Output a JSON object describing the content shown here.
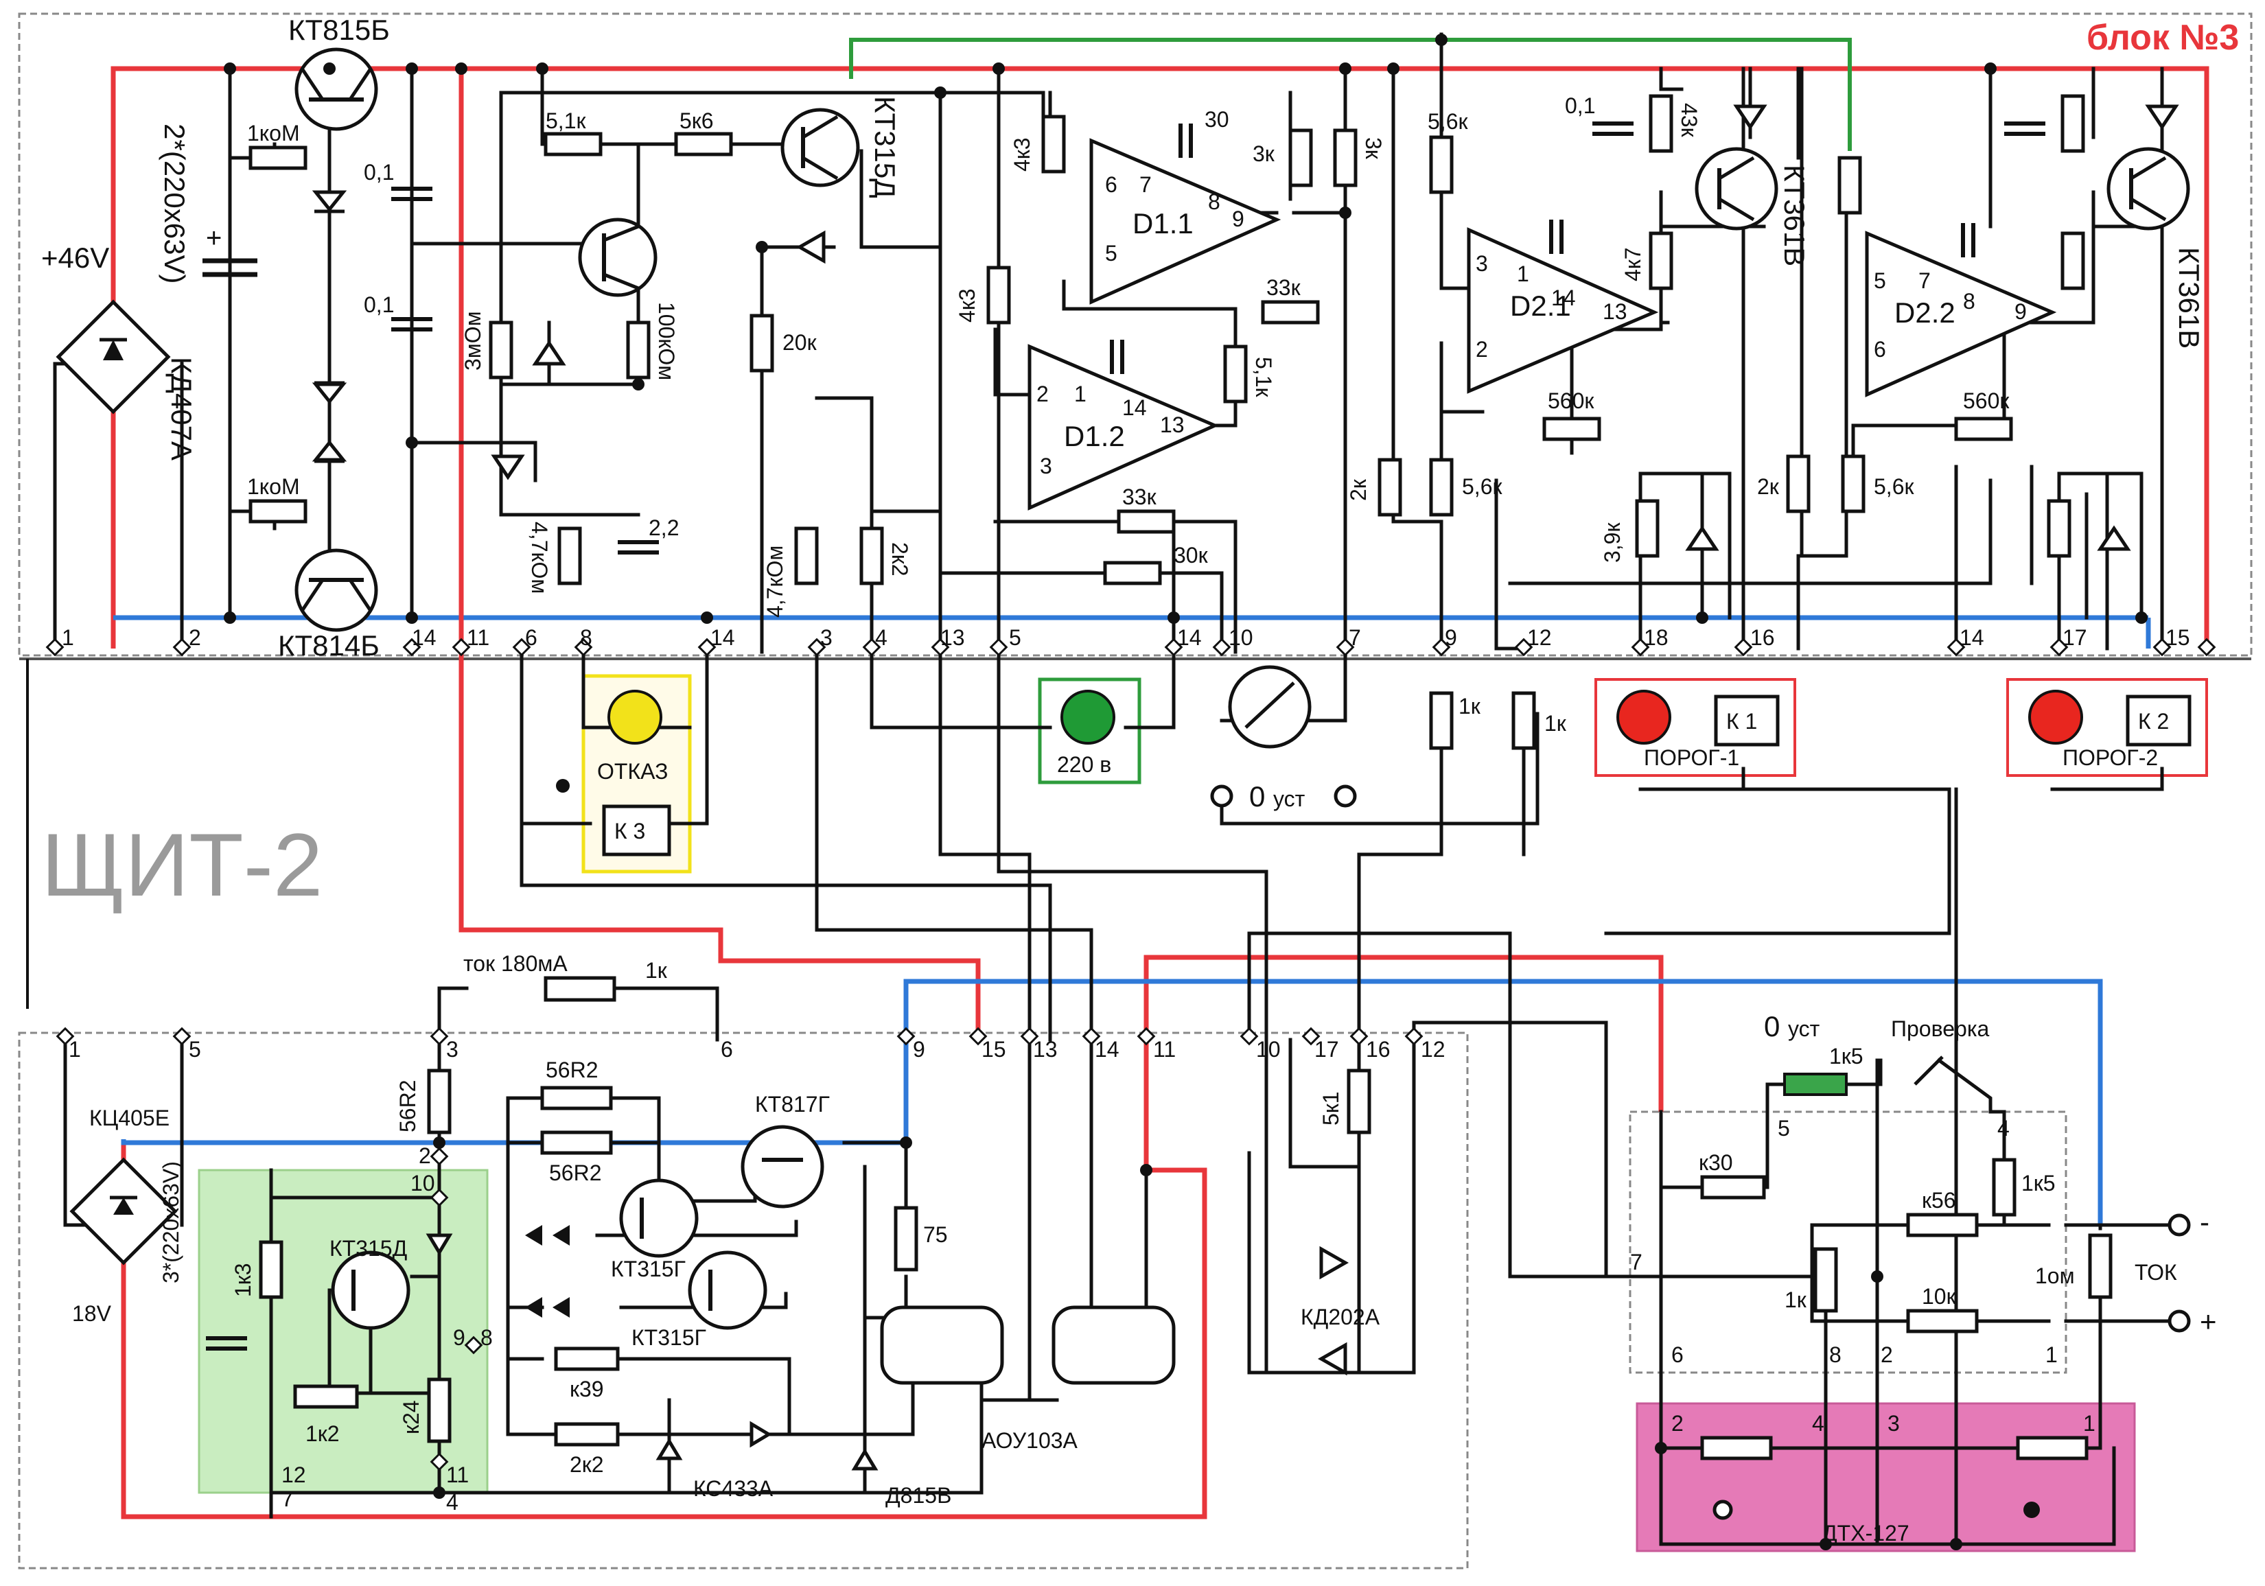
{
  "block_title": "блок №3",
  "panel_title": "ЩИТ-2",
  "colors": {
    "positive": "#e8363b",
    "negative": "#2f79d8",
    "link": "#2e9c3c",
    "otkaz_led": "#f2e21a",
    "led_220": "#1f9a35",
    "porog_led": "#e8261f",
    "panel_highlight": "#c9edc0",
    "dtx_highlight": "#e57ab7"
  },
  "supply": {
    "voltage": "+46V",
    "capacitors": "2*(220x63V)",
    "bridge": "КД407А"
  },
  "transistors": {
    "q_top": "КТ815Б",
    "q_bottom": "КТ814Б",
    "q_mid": "КТ315Д",
    "q_porog1": "КТ361В",
    "q_porog2": "КТ361В"
  },
  "opamps": {
    "d11": "D1.1",
    "d12": "D1.2",
    "d21": "D2.1",
    "d22": "D2.2"
  },
  "pin_numbers": {
    "p1": "1",
    "p2": "2",
    "p3": "3",
    "p5": "5",
    "p6": "6",
    "p7": "7",
    "p8": "8",
    "p9": "9",
    "p13": "13",
    "p14": "14"
  },
  "upper_values": {
    "r_1kom": "1коМ",
    "r_1kom2": "1коМ",
    "c_01": "0,1",
    "c_01b": "0,1",
    "r_51k": "5,1к",
    "r_5k6": "5к6",
    "r_3mom": "3мОм",
    "r_100kom": "100кОм",
    "c_22": "2,2",
    "r_47kom": "4,7кОм",
    "r_47kom2": "4,7кОм",
    "r_20k": "20к",
    "r_2k2": "2к2",
    "r_4k3": "4к3",
    "r_4k3b": "4к3",
    "c_30": "30",
    "r_3k": "3к",
    "r_3k2": "3к",
    "r_33k": "33к",
    "r_33k2": "33к",
    "r_51k2": "5,1к",
    "r_30k": "30к",
    "r_56k": "5,6к",
    "r_56k2": "5,6к",
    "r_56k3": "5,6к",
    "r_560k": "560к",
    "r_560k2": "560к",
    "r_2k": "2к",
    "r_2k2b": "2к",
    "c_01c": "0,1",
    "r_43k": "43к",
    "r_4k7": "4к7",
    "r_39k": "3,9к",
    "r_1k": "1к"
  },
  "terminals": {
    "t1": "1",
    "t2": "2",
    "t14a": "14",
    "t11": "11",
    "t6": "6",
    "t8": "8",
    "t14b": "14",
    "t3": "3",
    "t4": "4",
    "t13": "13",
    "t5": "5",
    "t14c": "14",
    "t10": "10",
    "t7": "7",
    "t9": "9",
    "t12": "12",
    "t18": "18",
    "t16": "16",
    "t14d": "14",
    "t17": "17",
    "t15": "15"
  },
  "indicators": {
    "otkaz": "ОТКАЗ",
    "k3": "К 3",
    "led220": "220 в",
    "zero_set": "0",
    "zero_sub": "уст",
    "porog1": "ПОРОГ-1",
    "k1": "К 1",
    "porog2": "ПОРОГ-2",
    "k2": "К 2"
  },
  "lower": {
    "tok_label": "ток 180мА",
    "tok_pot": "1к",
    "bridge": "КЦ405Е",
    "voltage": "18V",
    "caps": "3*(220x63V)",
    "r_56r2": "56R2",
    "r_56r2b": "56R2",
    "r_56r2c": "56R2",
    "q_kt817": "КТ817Г",
    "q_kt315g": "КТ315Г",
    "q_kt315g2": "КТ315Г",
    "q_kt315d": "КТ315Д",
    "r_1k3": "1к3",
    "r_1k2": "1к2",
    "r_k24": "к24",
    "r_k39": "к39",
    "r_2k2": "2к2",
    "r_75": "75",
    "z_kc433": "КС433А",
    "z_d815": "Д815В",
    "opto": "АОУ103А",
    "r_5k1": "5к1",
    "diodes": "КД202А",
    "terms_left": [
      "1",
      "5",
      "3",
      "2",
      "10",
      "9",
      "8",
      "12",
      "7",
      "11",
      "4",
      "6"
    ],
    "terms_right": [
      "9",
      "15",
      "13",
      "14",
      "11",
      "10",
      "17",
      "16",
      "12"
    ]
  },
  "sensor": {
    "zero_set": "0",
    "zero_sub": "уст",
    "pot_1k5": "1к5",
    "check": "Проверка",
    "pot_1k5b": "1к5",
    "r_k30": "к30",
    "r_k56": "к56",
    "r_10k": "10к",
    "r_1om": "1ом",
    "r_1k": "1к",
    "tok": "ТОК",
    "minus": "-",
    "plus": "+",
    "dtx": "ДТХ-127",
    "pins": [
      "5",
      "4",
      "7",
      "6",
      "8",
      "2",
      "1",
      "2",
      "4",
      "3",
      "1"
    ]
  }
}
